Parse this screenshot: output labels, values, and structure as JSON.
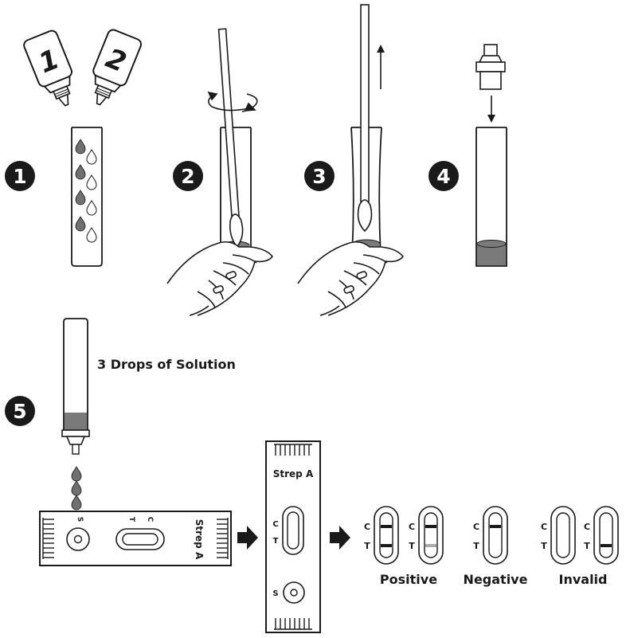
{
  "steps": {
    "step1": "1",
    "step2": "2",
    "step3": "3",
    "step4": "4",
    "step5": "5"
  },
  "bottles": {
    "bottle1_label": "1",
    "bottle2_label": "2"
  },
  "dropper_caption": "3 Drops of Solution",
  "cassette_horizontal": {
    "sample_mark": "S",
    "test_mark": "T",
    "control_mark": "C",
    "name": "Strep A"
  },
  "cassette_vertical": {
    "name": "Strep A",
    "control_mark": "C",
    "test_mark": "T",
    "sample_mark": "S"
  },
  "results": {
    "positive_label": "Positive",
    "negative_label": "Negative",
    "invalid_label": "Invalid",
    "control_mark": "C",
    "test_mark": "T"
  },
  "colors": {
    "ink": "#1a1a1a",
    "liquid": "#7a7a7a",
    "drop_dark": "#707070",
    "faint_line": "#a8a8a8"
  }
}
